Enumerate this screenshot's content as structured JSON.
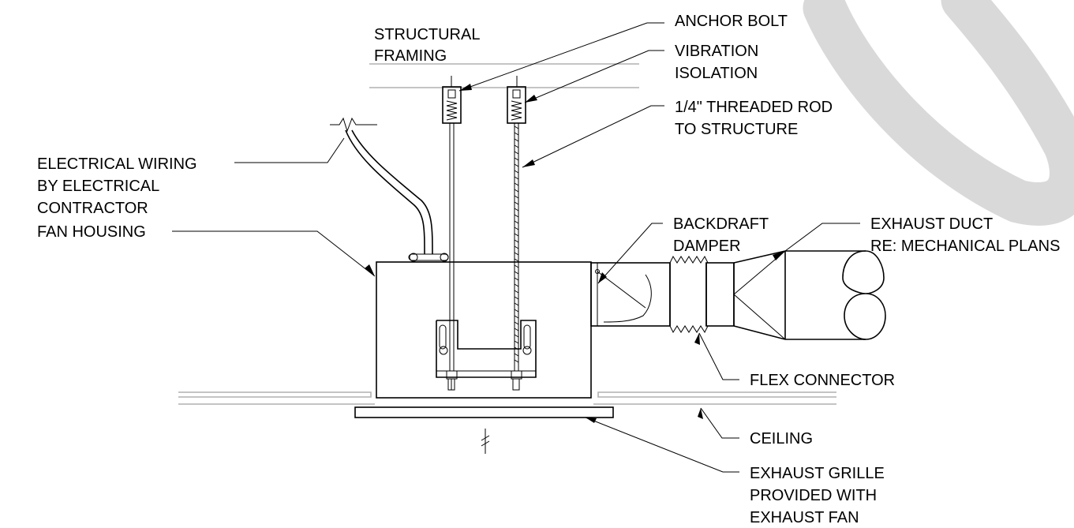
{
  "diagram": {
    "labels": {
      "structural_framing": [
        "STRUCTURAL",
        "FRAMING"
      ],
      "anchor_bolt": [
        "ANCHOR BOLT"
      ],
      "vibration_isolation": [
        "VIBRATION",
        "ISOLATION"
      ],
      "threaded_rod": [
        "1/4\" THREADED ROD",
        "TO STRUCTURE"
      ],
      "electrical_wiring": [
        "ELECTRICAL WIRING",
        "BY ELECTRICAL",
        "CONTRACTOR"
      ],
      "fan_housing": [
        "FAN HOUSING"
      ],
      "backdraft_damper": [
        "BACKDRAFT",
        "DAMPER"
      ],
      "exhaust_duct": [
        "EXHAUST DUCT",
        "RE: MECHANICAL PLANS"
      ],
      "flex_connector": [
        "FLEX CONNECTOR"
      ],
      "ceiling": [
        "CEILING"
      ],
      "exhaust_grille": [
        "EXHAUST GRILLE",
        "PROVIDED WITH",
        "EXHAUST FAN"
      ]
    },
    "colors": {
      "line": "#000000",
      "structure_line": "#b0b0b0",
      "watermark": "#d9d9d9"
    }
  }
}
